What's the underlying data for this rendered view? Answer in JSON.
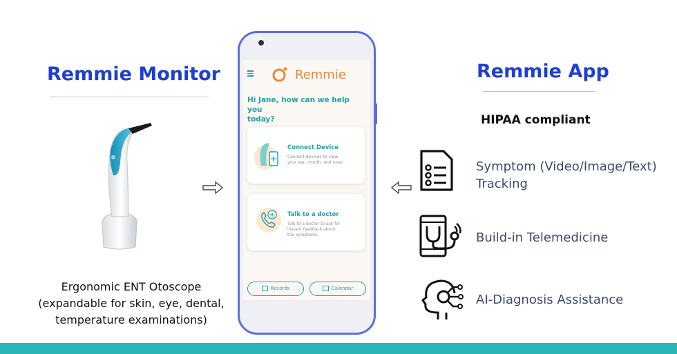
{
  "left": {
    "title": "Remmie Monitor",
    "caption_line1": "Ergonomic ENT Otoscope",
    "caption_line2": "(expandable for skin, eye, dental,",
    "caption_line3": "temperature examinations)"
  },
  "right": {
    "title": "Remmie App",
    "subtitle": "HIPAA compliant",
    "features": [
      {
        "line1": "Symptom (Video/Image/Text)",
        "line2": "Tracking",
        "icon": "checklist-icon"
      },
      {
        "line1": "Build-in Telemedicine",
        "icon": "telemedicine-icon"
      },
      {
        "line1": "AI-Diagnosis Assistance",
        "icon": "ai-head-icon"
      }
    ]
  },
  "phone": {
    "app_name": "Remmie",
    "greeting_line1": "Hi Jane, how can we help you",
    "greeting_line2": "today?",
    "cards": [
      {
        "title": "Connect Device",
        "desc1": "Connect devices to view",
        "desc2": "your ear, mouth, and nose."
      },
      {
        "title": "Talk to a doctor",
        "desc1": "Talk to a doctor to ask for",
        "desc2": "instant feedback about",
        "desc3": "the symptoms."
      }
    ],
    "buttons": {
      "records": "Records",
      "calendar": "Calendar"
    }
  },
  "colors": {
    "title_blue": "#1f3fd1",
    "teal": "#27b5b5",
    "orange": "#e28a3a",
    "phone_frame": "#5b6fd6"
  }
}
